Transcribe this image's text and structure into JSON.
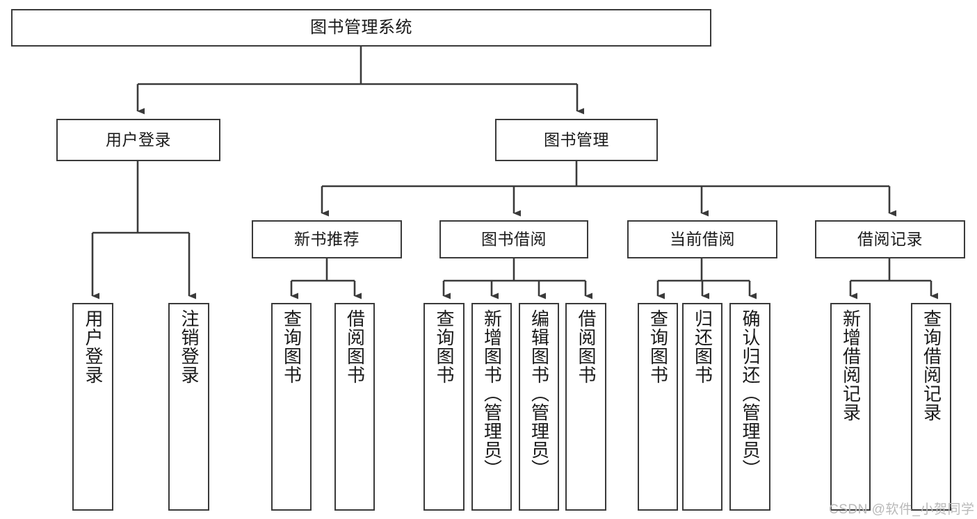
{
  "diagram": {
    "title": "图书管理系统",
    "type": "functional-structure-tree",
    "watermark": "CSDN @软件_小贺同学",
    "colors": {
      "stroke": "#3a3a3a",
      "fill": "#ffffff",
      "text": "#1a1a1a",
      "watermark": "#b9b9b9"
    },
    "levels": {
      "root": {
        "label": "图书管理系统"
      },
      "level2": [
        {
          "id": "user-login",
          "label": "用户登录"
        },
        {
          "id": "book-manage",
          "label": "图书管理"
        }
      ],
      "level3": [
        {
          "id": "new-book-recommend",
          "label": "新书推荐",
          "parent": "book-manage"
        },
        {
          "id": "book-borrow",
          "label": "图书借阅",
          "parent": "book-manage"
        },
        {
          "id": "current-borrow",
          "label": "当前借阅",
          "parent": "book-manage"
        },
        {
          "id": "borrow-record",
          "label": "借阅记录",
          "parent": "book-manage"
        }
      ],
      "leaves": [
        {
          "id": "leaf-user-login",
          "label": "用户登录",
          "parent": "user-login"
        },
        {
          "id": "leaf-logout-login",
          "label": "注销登录",
          "parent": "user-login"
        },
        {
          "id": "leaf-query-book-1",
          "label": "查询图书",
          "parent": "new-book-recommend"
        },
        {
          "id": "leaf-borrow-book-1",
          "label": "借阅图书",
          "parent": "new-book-recommend"
        },
        {
          "id": "leaf-query-book-2",
          "label": "查询图书",
          "parent": "book-borrow"
        },
        {
          "id": "leaf-add-book",
          "label": "新增图书（管理员）",
          "parent": "book-borrow"
        },
        {
          "id": "leaf-edit-book",
          "label": "编辑图书（管理员）",
          "parent": "book-borrow"
        },
        {
          "id": "leaf-borrow-book-2",
          "label": "借阅图书",
          "parent": "book-borrow"
        },
        {
          "id": "leaf-query-book-3",
          "label": "查询图书",
          "parent": "current-borrow"
        },
        {
          "id": "leaf-return-book",
          "label": "归还图书",
          "parent": "current-borrow"
        },
        {
          "id": "leaf-confirm-return",
          "label": "确认归还（管理员）",
          "parent": "current-borrow"
        },
        {
          "id": "leaf-add-record",
          "label": "新增借阅记录",
          "parent": "borrow-record"
        },
        {
          "id": "leaf-query-record",
          "label": "查询借阅记录",
          "parent": "borrow-record"
        }
      ]
    }
  }
}
